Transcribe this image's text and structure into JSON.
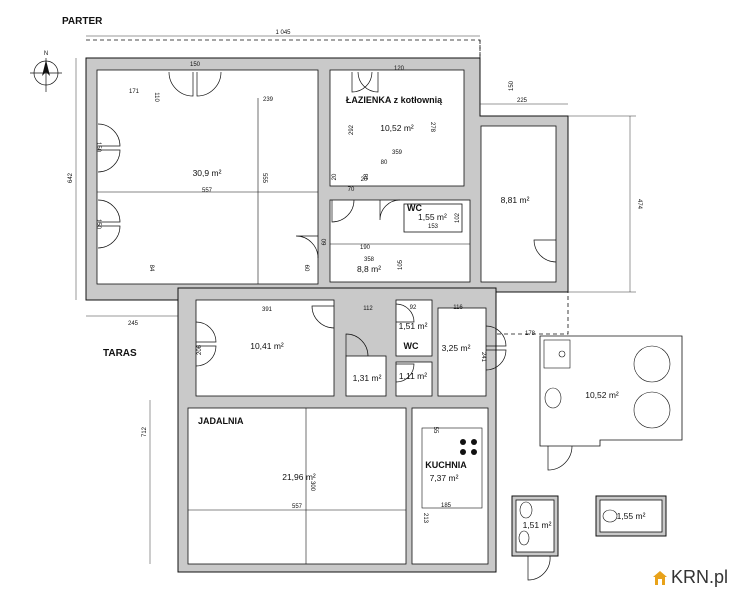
{
  "headings": {
    "floor": "PARTER",
    "terrace": "TARAS",
    "north": "N"
  },
  "rooms": {
    "living": {
      "area": "30,9 m²"
    },
    "bathroom": {
      "name": "ŁAZIENKA z kotłownią",
      "area": "10,52 m²"
    },
    "room_right": {
      "area": "8,81 m²"
    },
    "wc_top": {
      "name": "WC",
      "area": "1,55 m²"
    },
    "hall": {
      "area": "8,8 m²"
    },
    "room_left": {
      "area": "10,41 m²"
    },
    "wc_mid": {
      "name": "WC",
      "area": "1,51 m²"
    },
    "small_a": {
      "area": "1,31 m²"
    },
    "small_b": {
      "area": "1,11 m²"
    },
    "small_c": {
      "area": "3,25 m²"
    },
    "dining": {
      "name": "JADALNIA",
      "area": "21,96 m²"
    },
    "kitchen": {
      "name": "KUCHNIA",
      "area": "7,37 m²"
    },
    "detail_bath": {
      "area": "10,52 m²"
    },
    "detail_wc1": {
      "area": "1,51 m²"
    },
    "detail_wc2": {
      "area": "1,55 m²"
    }
  },
  "dimensions": {
    "total_width": "1 045",
    "left_height": "642",
    "right_height": "474",
    "lower_height": "712",
    "d150_top": "150",
    "d171": "171",
    "d110": "110",
    "d239": "239",
    "d150_left1": "150",
    "d557_living": "557",
    "d555": "555",
    "d150_left2": "150",
    "d84": "84",
    "d60_living": "60",
    "d120": "120",
    "d292": "292",
    "d278": "278",
    "d359": "359",
    "d80": "80",
    "d20a": "20",
    "d18": "18",
    "d70": "70",
    "d20b": "20",
    "d150_right": "150",
    "d225": "225",
    "d60_hall": "60",
    "d102": "102",
    "d153": "153",
    "d190": "190",
    "d358": "358",
    "d105": "105",
    "d245": "245",
    "d391": "391",
    "d112": "112",
    "d92": "92",
    "d116": "116",
    "d178": "178",
    "d206": "206",
    "d241": "241",
    "d55": "55",
    "d300": "300",
    "d557_dining": "557",
    "d185": "185",
    "d213": "213"
  },
  "watermark": {
    "text": "KRN.pl"
  },
  "colors": {
    "wall": "#c9c9c9",
    "line": "#111111",
    "logo_house": "#e8a21a"
  }
}
